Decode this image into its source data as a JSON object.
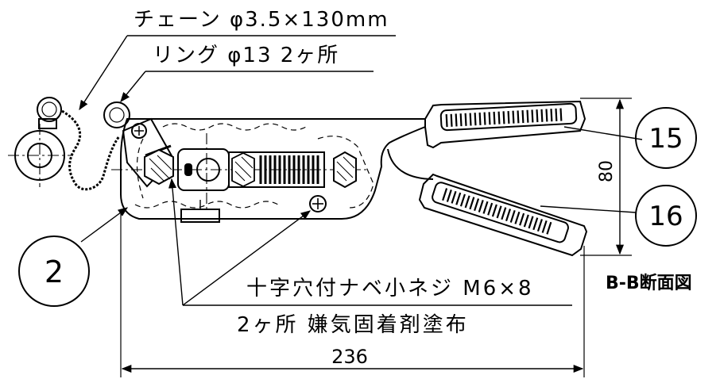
{
  "annotations": {
    "chain": "チェーン φ3.5×130mm",
    "ring": "リング φ13 2ヶ所",
    "screw": "十字穴付ナベ小ネジ M6×8",
    "glue": "2ヶ所 嫌気固着剤塗布"
  },
  "dimensions": {
    "height": "80",
    "length": "236"
  },
  "balloons": [
    "15",
    "16",
    "2"
  ],
  "section_title": "B-B断面図"
}
